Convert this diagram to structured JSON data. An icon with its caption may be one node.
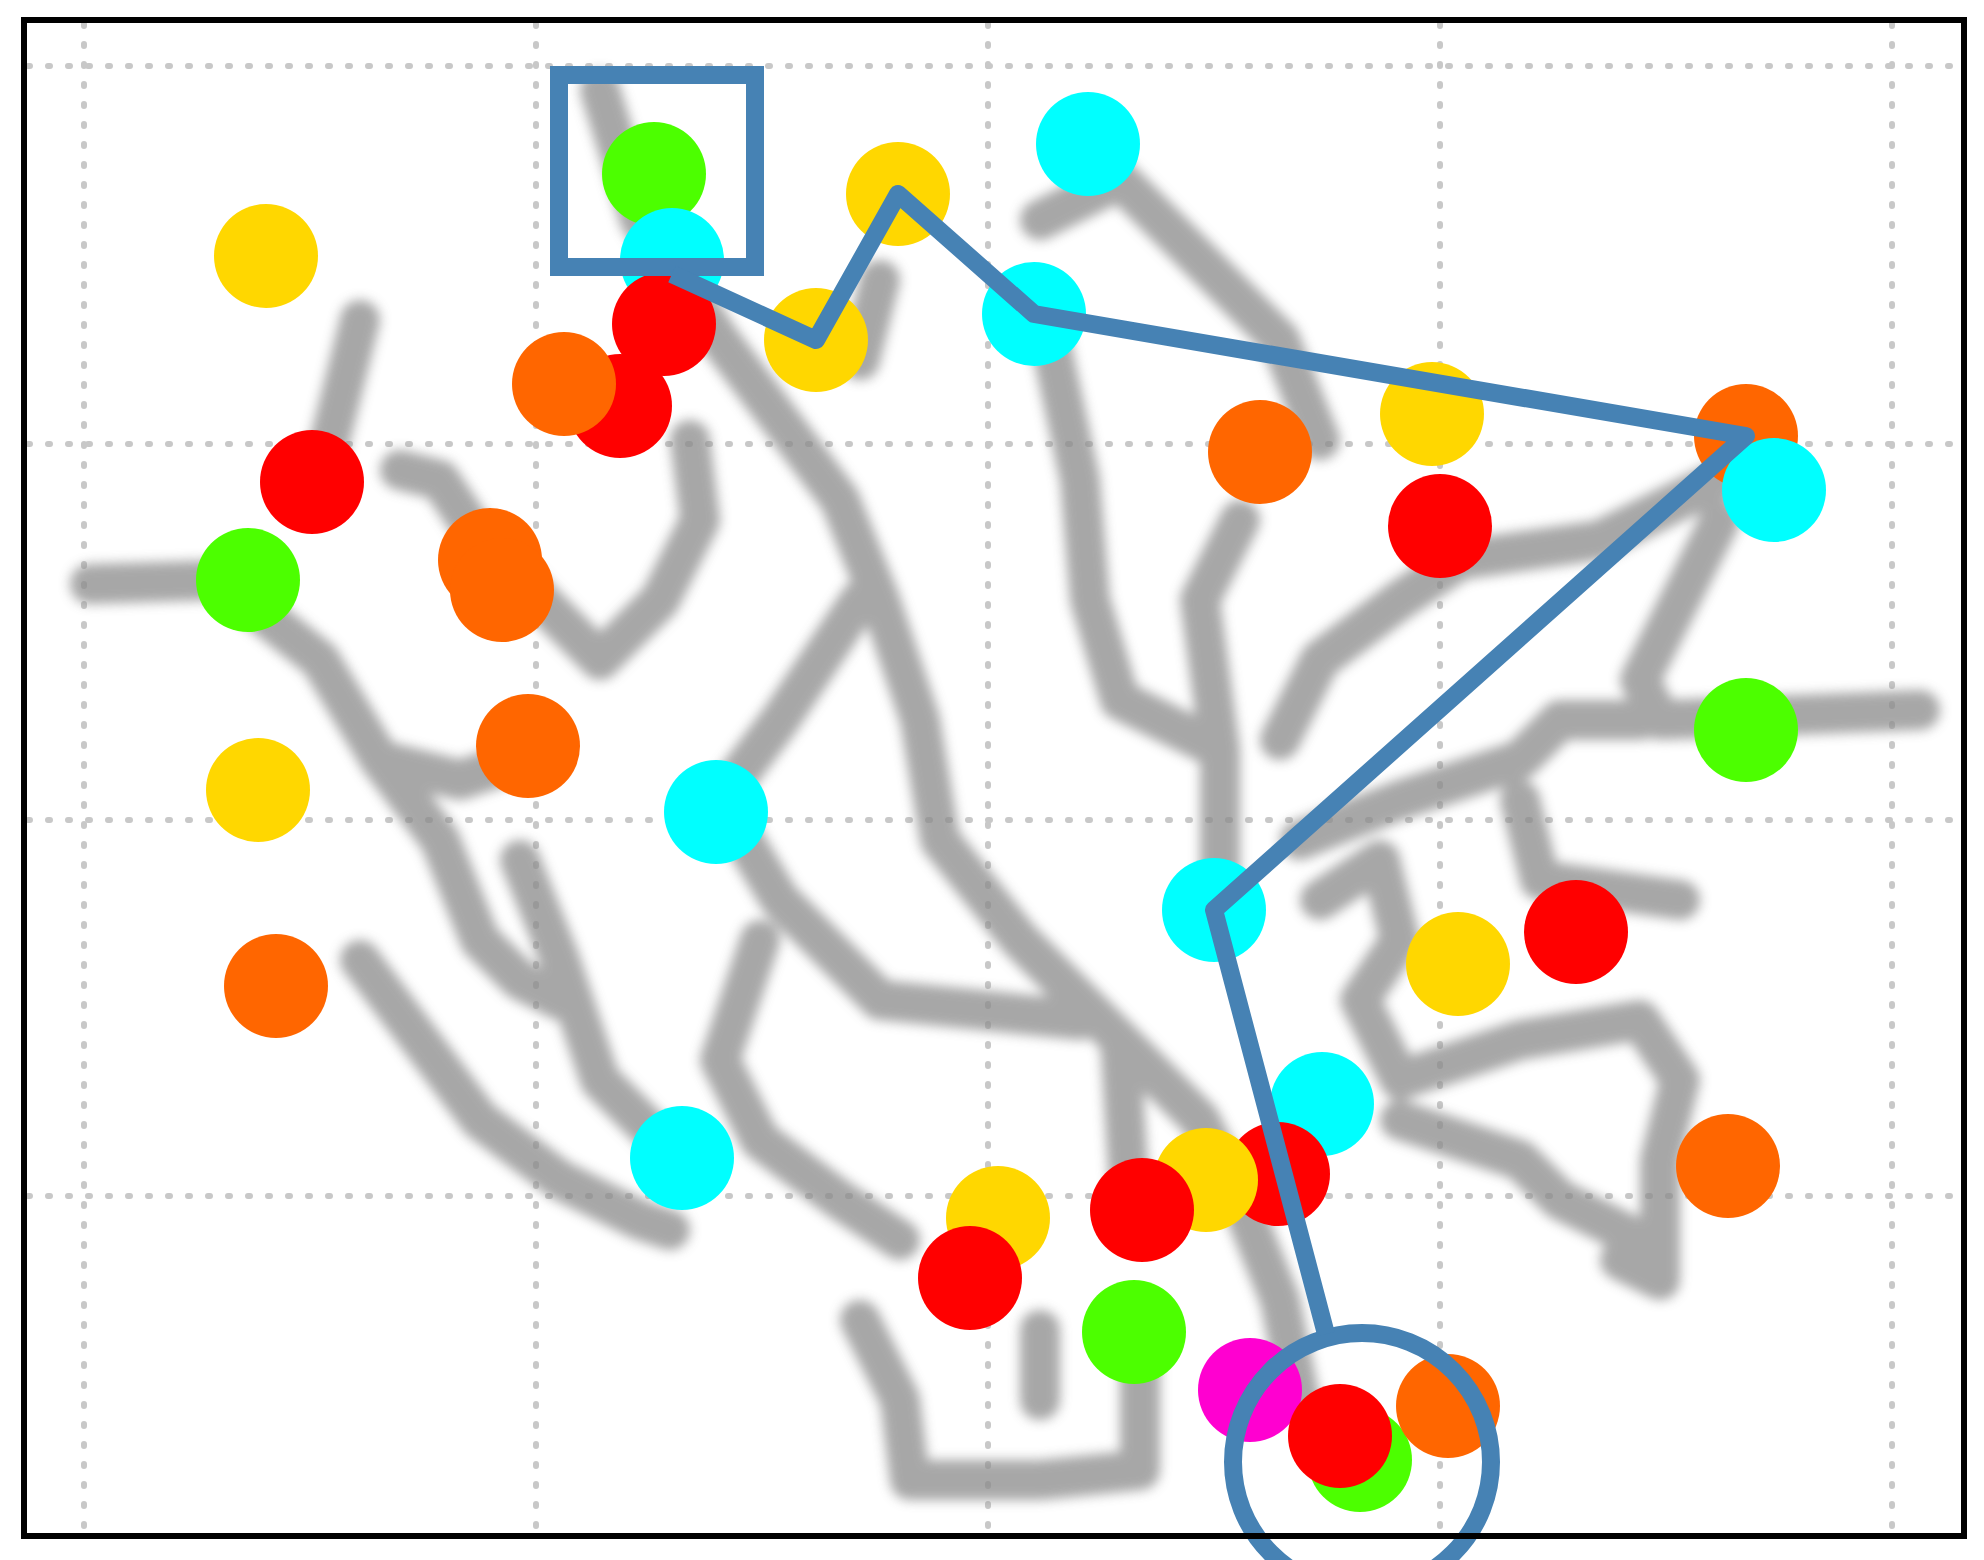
{
  "diagram": {
    "nodes": [
      {
        "text": [],
        "shape": "box"
      },
      {
        "text": [],
        "shape": "circle"
      }
    ],
    "edges": [
      {
        "from": 0,
        "to": 1,
        "arrow": "none"
      }
    ]
  }
}
